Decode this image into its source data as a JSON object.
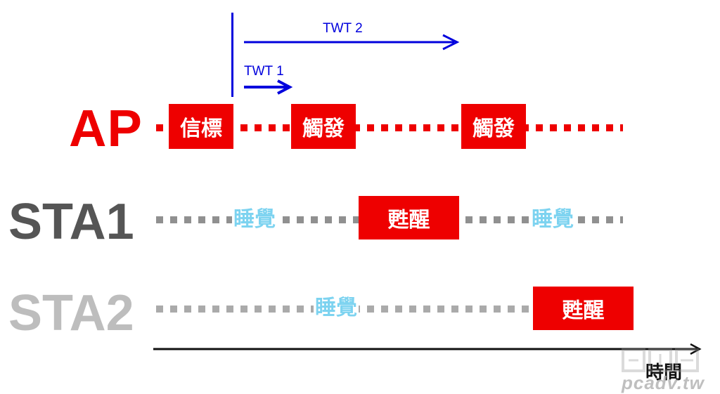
{
  "rows": {
    "ap": {
      "label": "AP",
      "color": "#ee0000"
    },
    "sta1": {
      "label": "STA1",
      "color": "#555555"
    },
    "sta2": {
      "label": "STA2",
      "color": "#bdbdbd"
    }
  },
  "ap_events": {
    "beacon": "信標",
    "trigger_1": "觸發",
    "trigger_2": "觸發"
  },
  "sta1_events": {
    "sleep_1": "睡覺",
    "awake": "甦醒",
    "sleep_2": "睡覺"
  },
  "sta2_events": {
    "sleep": "睡覺",
    "awake": "甦醒"
  },
  "twt": {
    "twt1_label": "TWT 1",
    "twt2_label": "TWT 2",
    "arrow_color": "#0000dd"
  },
  "time_axis": {
    "label": "時間"
  },
  "watermark": {
    "text": "pcadv.tw"
  }
}
